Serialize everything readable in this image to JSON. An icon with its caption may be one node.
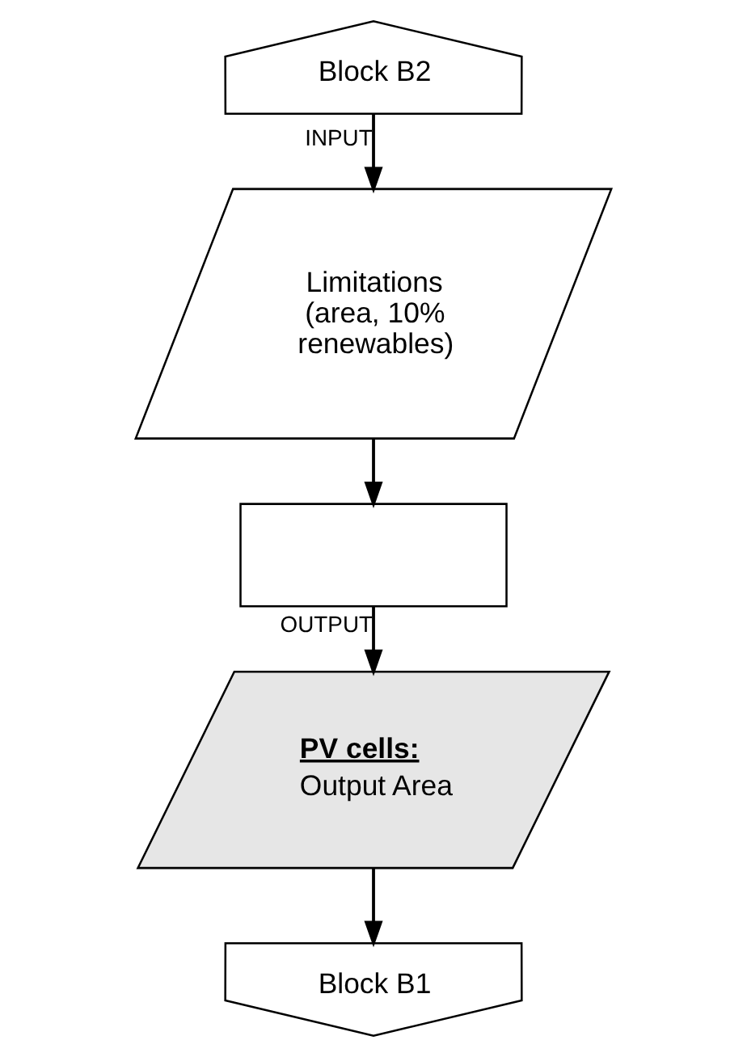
{
  "diagram": {
    "nodes": [
      {
        "text": [
          "Block B2"
        ]
      },
      {
        "text": [
          "Limitations (area, 10% renewables)"
        ]
      },
      {
        "text": [],
        "shape": "box"
      },
      {
        "text": [
          "PV cells:",
          "Output Area"
        ]
      },
      {
        "text": [
          "Block B1"
        ]
      }
    ],
    "edges": [
      {
        "from": 0,
        "to": 1,
        "arrow": "to",
        "label": "INPUT"
      },
      {
        "from": 1,
        "to": 2,
        "arrow": "to"
      },
      {
        "from": 2,
        "to": 3,
        "arrow": "to",
        "label": "OUTPUT"
      },
      {
        "from": 3,
        "to": 4,
        "arrow": "to"
      }
    ]
  }
}
